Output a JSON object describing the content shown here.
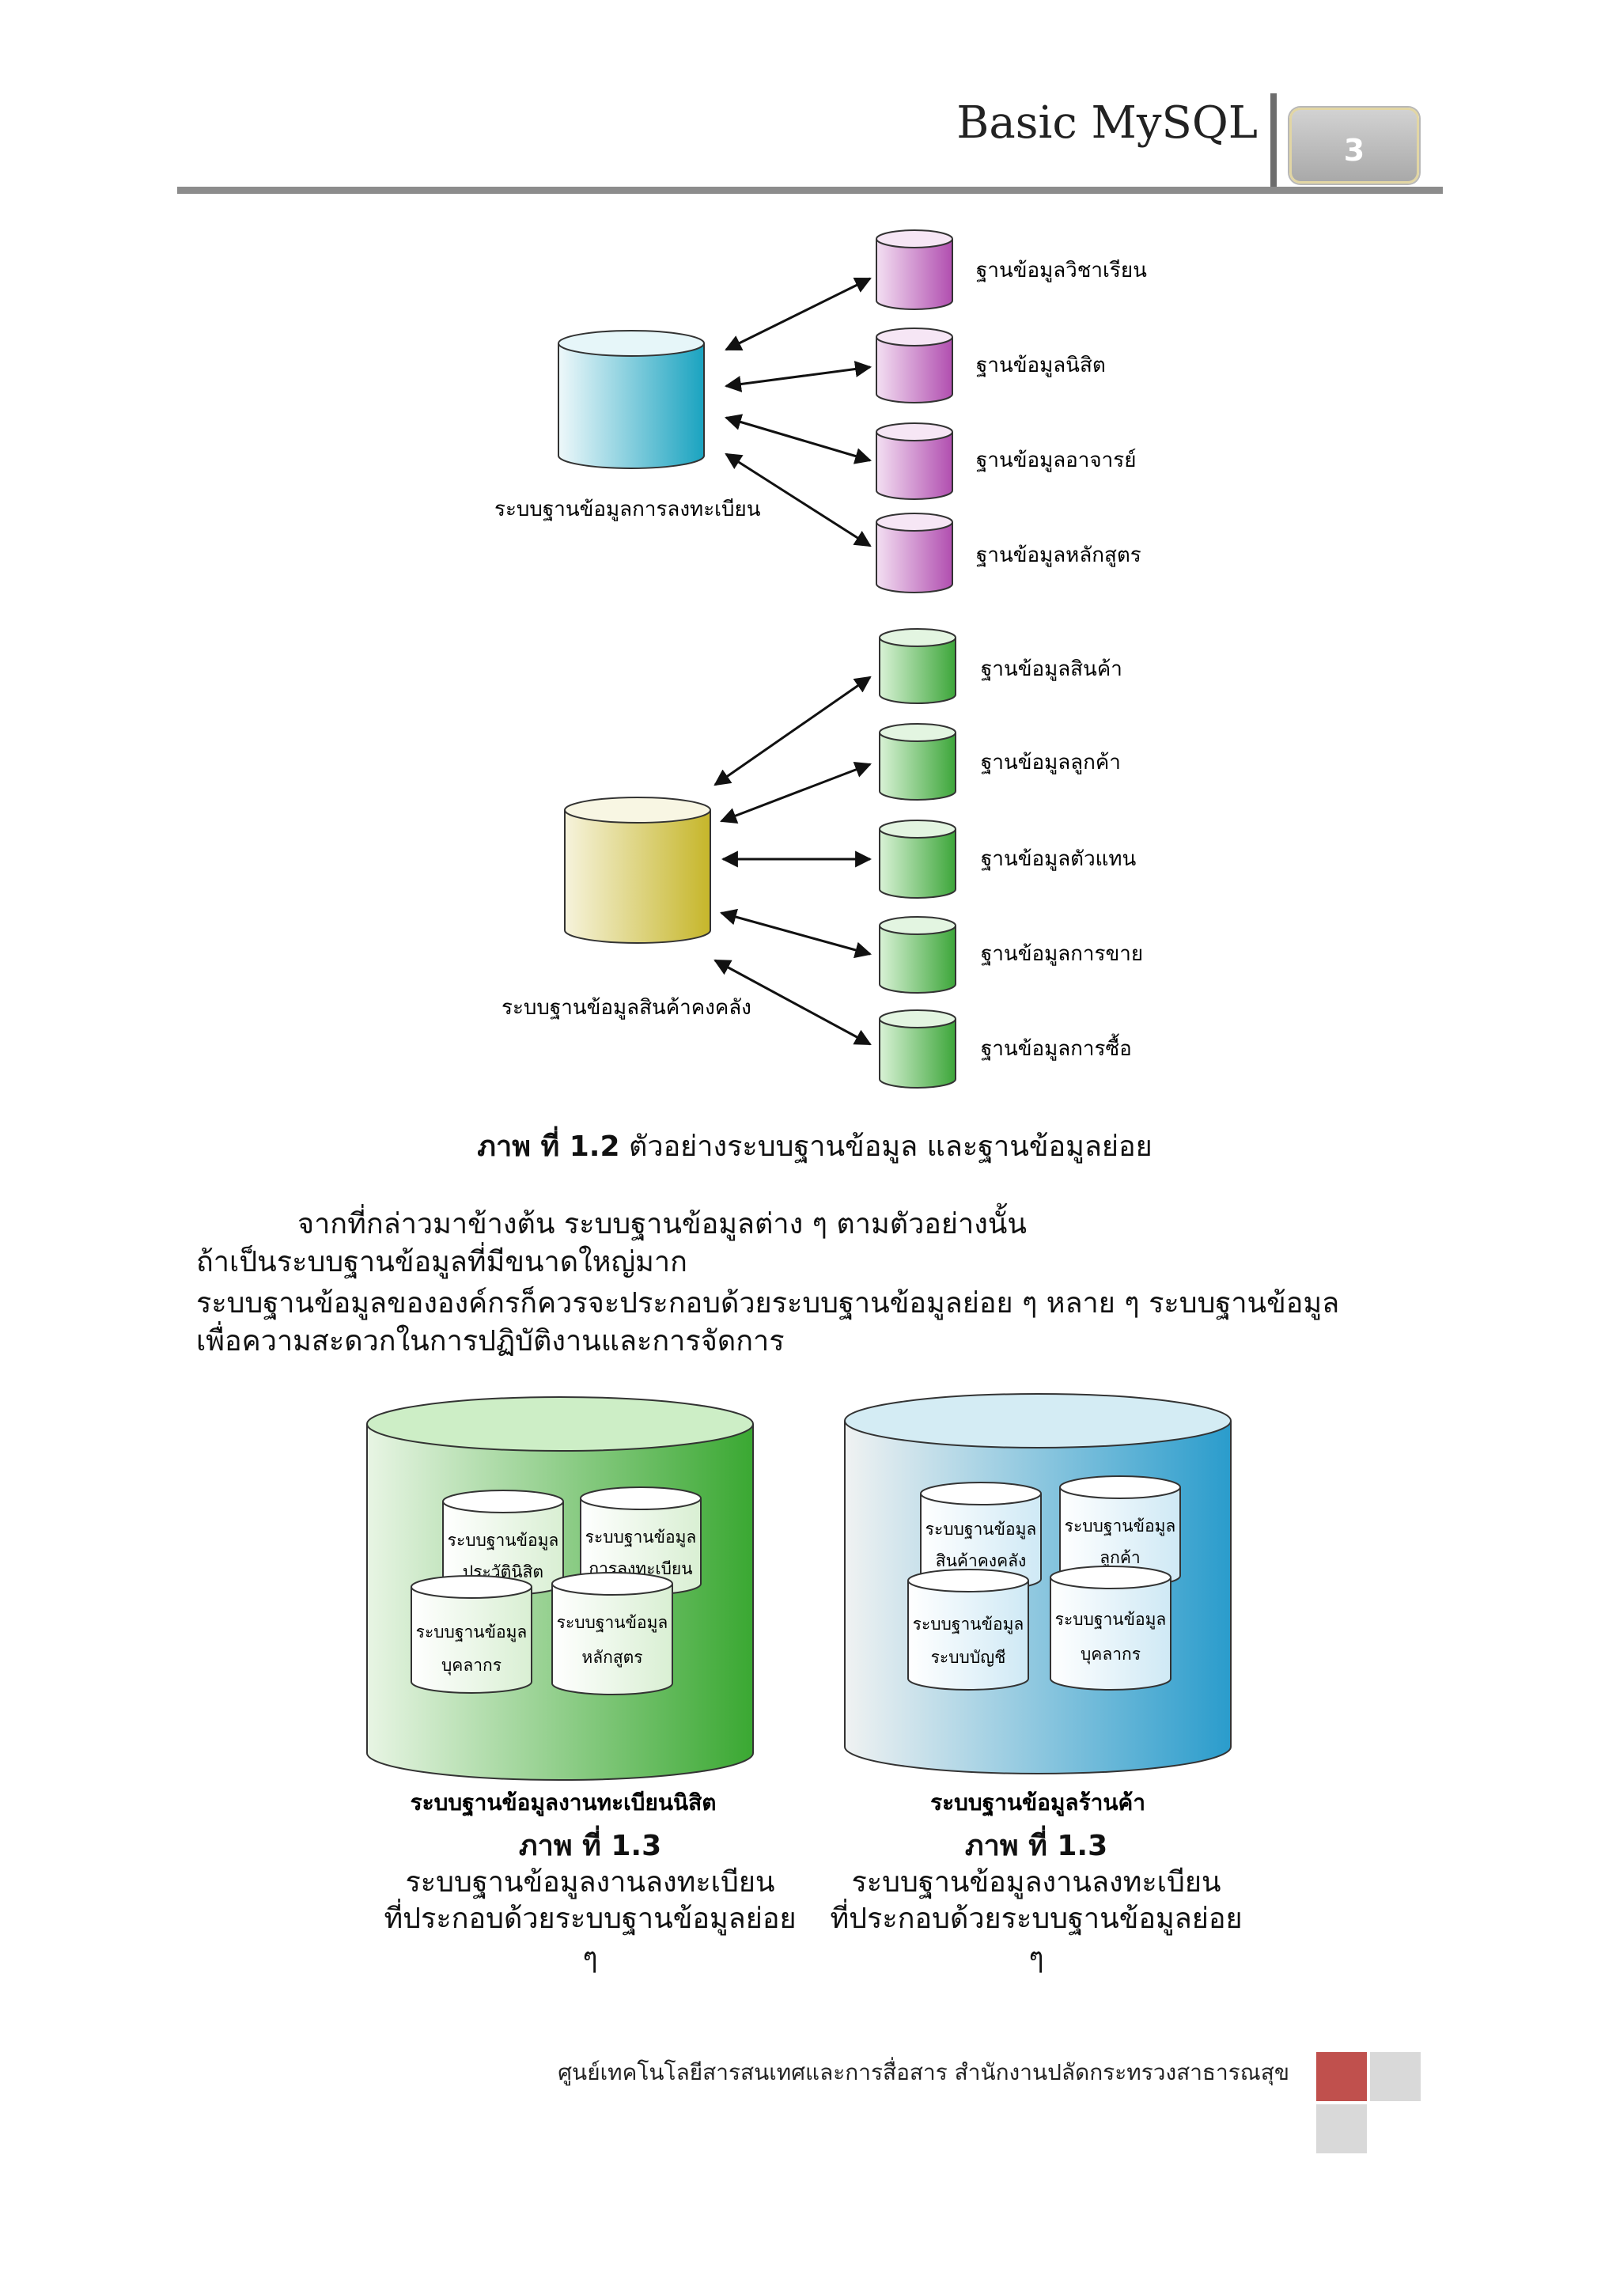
{
  "header": {
    "title": "Basic MySQL",
    "page_number": "3"
  },
  "figure_1_2": {
    "registration": {
      "main_label": "ระบบฐานข้อมูลการลงทะเบียน",
      "sub_databases": [
        "ฐานข้อมูลวิชาเรียน",
        "ฐานข้อมูลนิสิต",
        "ฐานข้อมูลอาจารย์",
        "ฐานข้อมูลหลักสูตร"
      ],
      "main_color": "#1aa3c0",
      "sub_color": "#b14fb0"
    },
    "inventory": {
      "main_label": "ระบบฐานข้อมูลสินค้าคงคลัง",
      "sub_databases": [
        "ฐานข้อมูลสินค้า",
        "ฐานข้อมูลลูกค้า",
        "ฐานข้อมูลตัวแทน",
        "ฐานข้อมูลการขาย",
        "ฐานข้อมูลการซื้อ"
      ],
      "main_color": "#c6b62a",
      "sub_color": "#3da63a"
    },
    "caption_prefix": "ภาพ ที่ 1.2",
    "caption_text": "ตัวอย่างระบบฐานข้อมูล และฐานข้อมูลย่อย"
  },
  "paragraph": {
    "line1": "จากที่กล่าวมาข้างต้น ระบบฐานข้อมูลต่าง ๆ ตามตัวอย่างนั้น",
    "line2": "ถ้าเป็นระบบฐานข้อมูลที่มีขนาดใหญ่มาก",
    "line3": "ระบบฐานข้อมูลขององค์กรก็ควรจะประกอบด้วยระบบฐานข้อมูลย่อย ๆ หลาย ๆ ระบบฐานข้อมูล",
    "line4": "เพื่อความสะดวกในการปฏิบัติงานและการจัดการ"
  },
  "figure_1_3": {
    "left": {
      "label": "ระบบฐานข้อมูลงานทะเบียนนิสิต",
      "color": "#3aa832",
      "items": [
        {
          "line1": "ระบบฐานข้อมูล",
          "line2": "ประวัตินิสิต"
        },
        {
          "line1": "ระบบฐานข้อมูล",
          "line2": "การลงทะเบียน"
        },
        {
          "line1": "ระบบฐานข้อมูล",
          "line2": "บุคลากร"
        },
        {
          "line1": "ระบบฐานข้อมูล",
          "line2": "หลักสูตร"
        }
      ],
      "caption_prefix": "ภาพ ที่ 1.3",
      "caption_line1": "ระบบฐานข้อมูลงานลงทะเบียน",
      "caption_line2": "ที่ประกอบด้วยระบบฐานข้อมูลย่อย",
      "caption_line3": "ๆ"
    },
    "right": {
      "label": "ระบบฐานข้อมูลร้านค้า",
      "color": "#2a9ccc",
      "items": [
        {
          "line1": "ระบบฐานข้อมูล",
          "line2": "สินค้าคงคลัง"
        },
        {
          "line1": "ระบบฐานข้อมูล",
          "line2": "ลูกค้า"
        },
        {
          "line1": "ระบบฐานข้อมูล",
          "line2": "ระบบบัญชี"
        },
        {
          "line1": "ระบบฐานข้อมูล",
          "line2": "บุคลากร"
        }
      ],
      "caption_prefix": "ภาพ ที่ 1.3",
      "caption_line1": "ระบบฐานข้อมูลงานลงทะเบียน",
      "caption_line2": "ที่ประกอบด้วยระบบฐานข้อมูลย่อย",
      "caption_line3": "ๆ"
    }
  },
  "footer": {
    "text": "ศูนย์เทคโนโลยีสารสนเทศและการสื่อสาร  สำนักงานปลัดกระทรวงสาธารณสุข",
    "accent_color": "#c0504d",
    "gray_color": "#d9d9d9"
  }
}
